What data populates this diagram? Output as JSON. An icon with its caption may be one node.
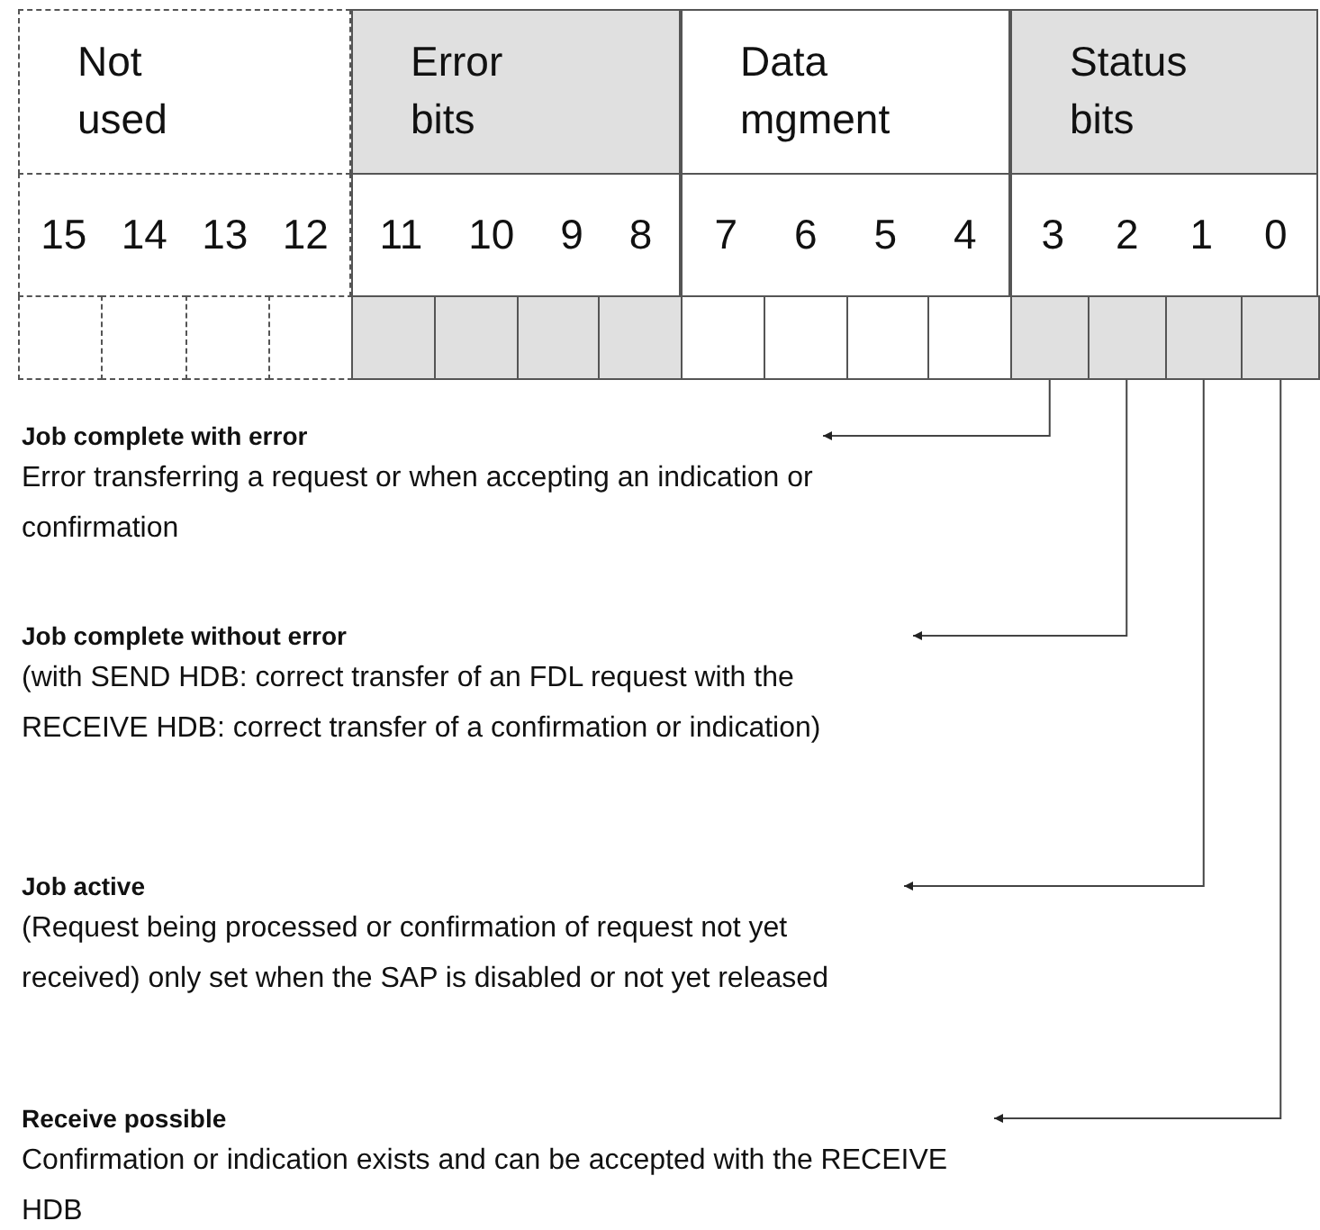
{
  "diagram": {
    "nodes": [
      {
        "text": [
          "Not used"
        ]
      },
      {
        "text": [
          "Error bits"
        ]
      },
      {
        "text": [
          "Data mgment"
        ]
      },
      {
        "text": [
          "Status bits"
        ]
      },
      {
        "text": [],
        "shape": "box"
      },
      {
        "text": [],
        "shape": "box"
      },
      {
        "text": [],
        "shape": "box"
      },
      {
        "text": [],
        "shape": "box"
      },
      {
        "text": [],
        "shape": "box"
      },
      {
        "text": [],
        "shape": "box"
      },
      {
        "text": [],
        "shape": "box"
      },
      {
        "text": [],
        "shape": "box"
      },
      {
        "text": [],
        "shape": "box"
      },
      {
        "text": [],
        "shape": "box"
      },
      {
        "text": [],
        "shape": "box"
      },
      {
        "text": [],
        "shape": "box"
      },
      {
        "text": [],
        "shape": "box"
      },
      {
        "text": [],
        "shape": "box"
      },
      {
        "text": [],
        "shape": "box"
      },
      {
        "text": [],
        "shape": "box"
      },
      {
        "text": [
          "Job complete with error",
          "Error transferring a request or when accepting an indication or confirmation"
        ]
      },
      {
        "text": [
          "Job complete without error",
          "(with SEND HDB: correct transfer of an FDL request with the RECEIVE HDB: correct transfer of a confirmation or indication)"
        ]
      },
      {
        "text": [
          "Job active",
          "(Request being processed or confirmation of request not yet received) only set when the SAP is disabled or not yet released"
        ]
      },
      {
        "text": [
          "Receive possible",
          "Confirmation or indication exists and can be accepted with the RECEIVE HDB"
        ]
      }
    ],
    "edges": [
      {
        "from": 16,
        "to": 20,
        "arrow": "to"
      },
      {
        "from": 17,
        "to": 21,
        "arrow": "to"
      },
      {
        "from": 18,
        "to": 22,
        "arrow": "to"
      },
      {
        "from": 19,
        "to": 23,
        "arrow": "to"
      }
    ],
    "labels": [
      "15",
      "14",
      "13",
      "12",
      "11",
      "10",
      "9",
      "8",
      "7",
      "6",
      "5",
      "4",
      "3",
      "2",
      "1",
      "0"
    ]
  }
}
